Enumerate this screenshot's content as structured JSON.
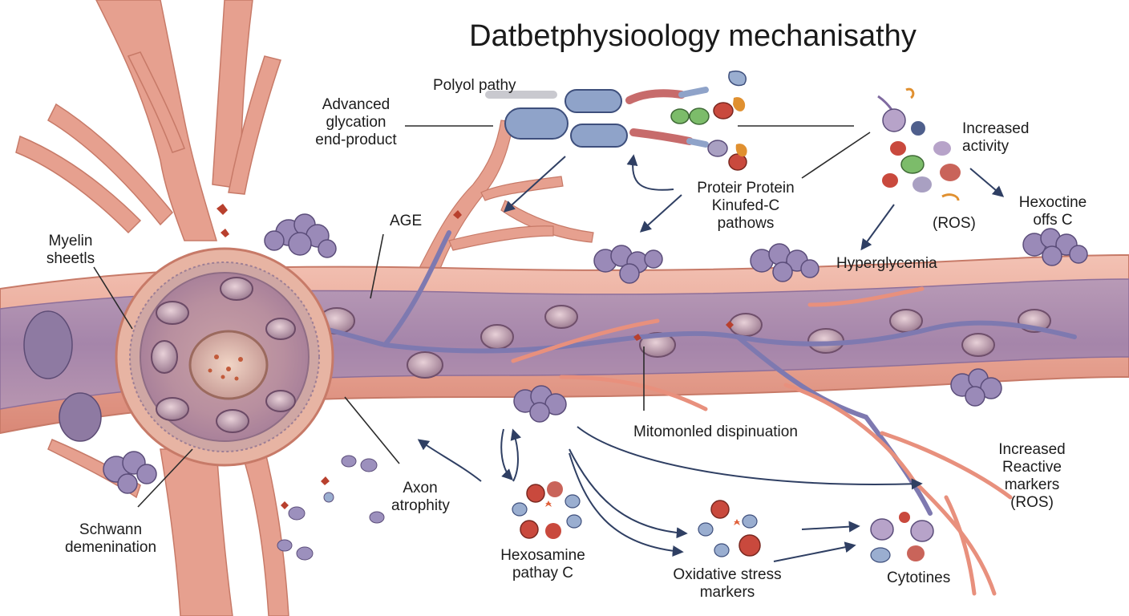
{
  "title": "Datbetphysioology mechanisathy",
  "labels": {
    "polyol": "Polyol pathy",
    "age_long_1": "Advanced",
    "age_long_2": "glycation",
    "age_long_3": "end-product",
    "age_short": "AGE",
    "myelin_1": "Myelin",
    "myelin_2": "sheetls",
    "pkc_1": "Proteir Protein",
    "pkc_2": "Kinufed-C",
    "pkc_3": "pathows",
    "increased_activity_1": "Increased",
    "increased_activity_2": "activity",
    "ros": "(ROS)",
    "hexoctine_1": "Hexoctine",
    "hexoctine_2": "offs C",
    "hyperglycemia": "Hyperglycemia",
    "mito": "Mitomonled dispinuation",
    "axon_1": "Axon",
    "axon_2": "atrophity",
    "schwann_1": "Schwann",
    "schwann_2": "demenination",
    "hexosamine_1": "Hexosamine",
    "hexosamine_2": "pathay C",
    "oxidative_1": "Oxidative stress",
    "oxidative_2": "markers",
    "cytokines": "Cytotines",
    "reactive_1": "Increased",
    "reactive_2": "Reactive",
    "reactive_3": "markers",
    "reactive_4": "(ROS)"
  },
  "colors": {
    "nerve_pink": "#e9a393",
    "nerve_dark": "#c8705f",
    "myelin_purple": "#9c7fa5",
    "axon_purple": "#8f86b8",
    "arrow_navy": "#2f3f63",
    "cluster_purple": "#8a7aa8"
  }
}
